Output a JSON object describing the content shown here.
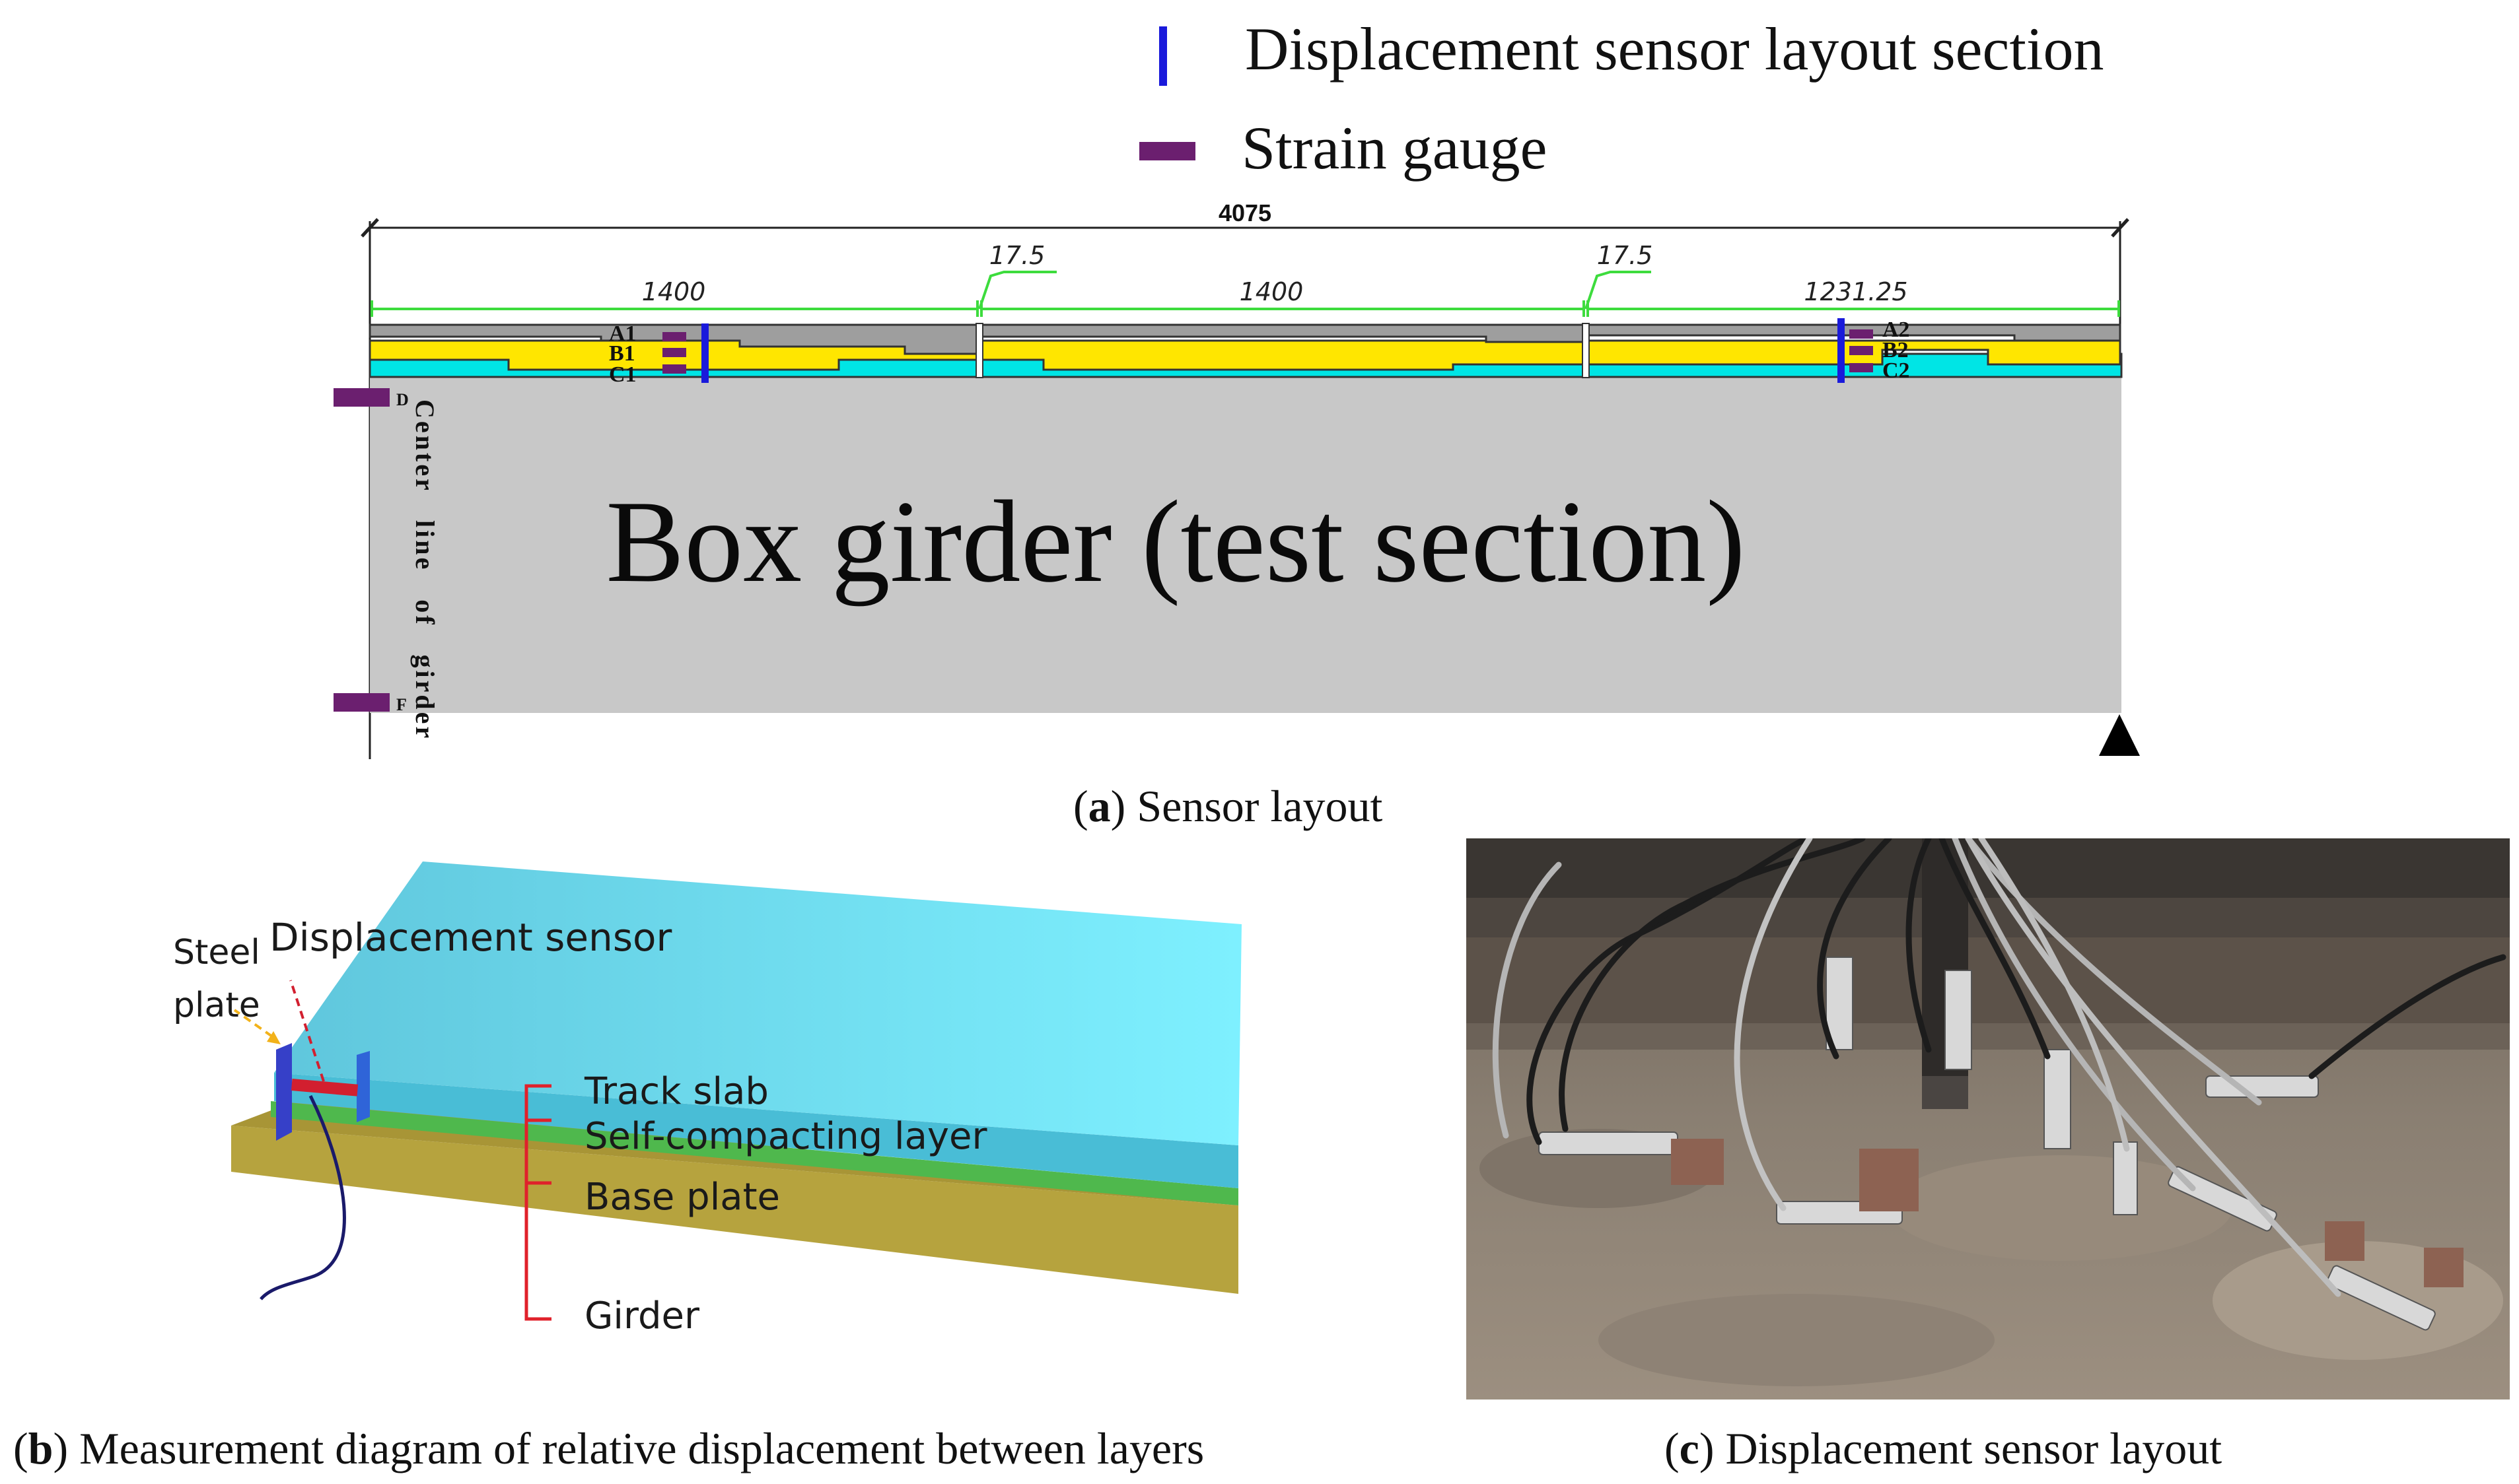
{
  "legend": {
    "displacement_label": "Displacement  sensor layout section",
    "strain_label": "Strain gauge",
    "displacement_color": "#1a1adb",
    "strain_color": "#6b1f6f"
  },
  "panel_a": {
    "total_dim": "4075",
    "dims": [
      "1400",
      "17.5",
      "1400",
      "17.5",
      "1231.25"
    ],
    "left_labels": [
      "A1",
      "B1",
      "C1"
    ],
    "right_labels": [
      "A2",
      "B2",
      "C2"
    ],
    "side_labels": [
      "D",
      "F"
    ],
    "centerline_label": "Center line of girder",
    "girder_title": "Box  girder (test  section)",
    "caption_letter": "a",
    "caption_text": " Sensor layout",
    "colors": {
      "track": "#9e9e9e",
      "self_compacting": "#ffe600",
      "base": "#00e5e5",
      "girder": "#c8c8c8",
      "dims": "#3ddc3d"
    }
  },
  "panel_b": {
    "steel_plate": "Steel plate",
    "sensor_label": "Displacement sensor",
    "layers": [
      "Track slab",
      "Self-compacting layer",
      "Base plate",
      "Girder"
    ],
    "caption_letter": "b",
    "caption_text": " Measurement diagram of relative displacement between layers"
  },
  "panel_c": {
    "caption_letter": "c",
    "caption_text": " Displacement sensor layout"
  }
}
